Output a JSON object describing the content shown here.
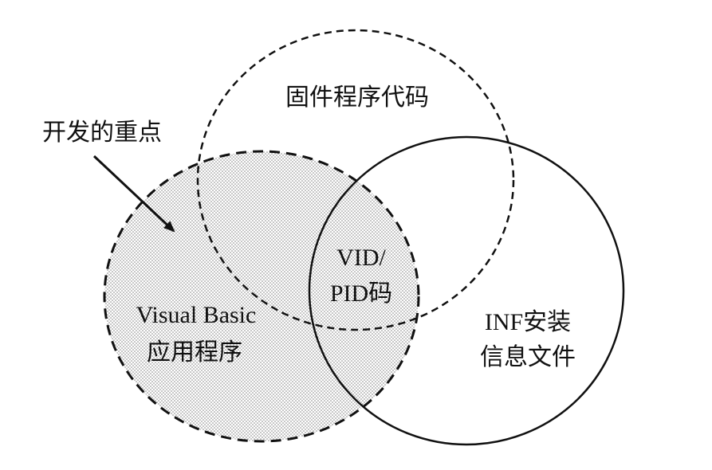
{
  "diagram": {
    "type": "venn",
    "sets": {
      "firmware": {
        "label": "固件程序代码",
        "outline": "dashed"
      },
      "vb_app": {
        "label_line1": "Visual Basic",
        "label_line2": "应用程序",
        "outline": "dashed",
        "fill": "stippled-gray"
      },
      "inf_file": {
        "label_line1": "INF安装",
        "label_line2": "信息文件",
        "outline": "solid"
      }
    },
    "intersection": {
      "label_line1": "VID/",
      "label_line2": "PID码"
    },
    "callout": {
      "label": "开发的重点",
      "points_to": "vb_app"
    }
  },
  "colors": {
    "stroke": "#111111",
    "fill_dot": "#7a7a7a",
    "background": "#ffffff"
  }
}
